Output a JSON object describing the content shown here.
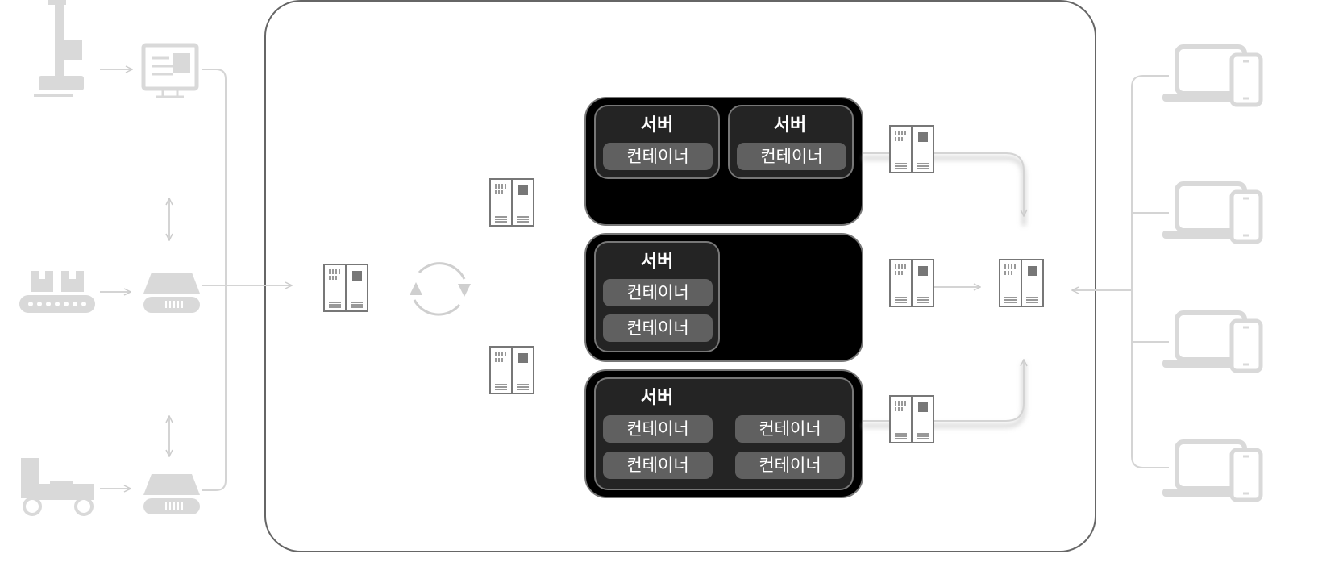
{
  "cluster": {
    "nodes": [
      {
        "title": "서버",
        "containers": [
          "컨테이너"
        ]
      },
      {
        "title": "서버",
        "containers": [
          "컨테이너"
        ]
      },
      {
        "title": "서버",
        "containers": [
          "컨테이너",
          "컨테이너"
        ]
      },
      {
        "title": "서버",
        "containers": [
          "컨테이너",
          "컨테이너",
          "컨테이너",
          "컨테이너"
        ]
      }
    ]
  },
  "colors": {
    "cluster_bg": "#000000",
    "server_bg": "#242424",
    "container_bg": "#606060",
    "edge_devices": "#d9d9d9",
    "rack_stroke": "#777777"
  },
  "icons": [
    "agv-robot-icon",
    "workstation-monitor-icon",
    "conveyor-icon",
    "gateway-router-icon",
    "forklift-icon",
    "server-rack-icon",
    "sync-icon",
    "laptop-phone-icon"
  ]
}
